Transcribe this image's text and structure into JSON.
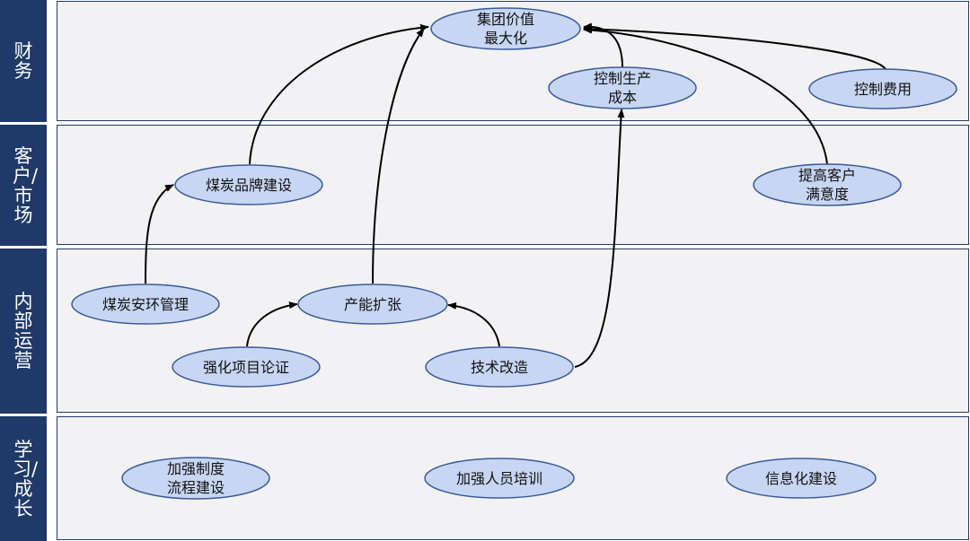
{
  "bands": [
    {
      "label": "财务"
    },
    {
      "label": "客户/市场"
    },
    {
      "label": "内部运营"
    },
    {
      "label": "学习/成长"
    }
  ],
  "nodes": {
    "group_value": {
      "lines": [
        "集团价值",
        "最大化"
      ]
    },
    "control_cost_prod": {
      "lines": [
        "控制生产",
        "成本"
      ]
    },
    "control_expense": {
      "lines": [
        "控制费用"
      ]
    },
    "coal_brand": {
      "lines": [
        "煤炭品牌建设"
      ]
    },
    "customer_satisfaction": {
      "lines": [
        "提高客户",
        "满意度"
      ]
    },
    "coal_safety": {
      "lines": [
        "煤炭安环管理"
      ]
    },
    "capacity_expand": {
      "lines": [
        "产能扩张"
      ]
    },
    "project_review": {
      "lines": [
        "强化项目论证"
      ]
    },
    "tech_upgrade": {
      "lines": [
        "技术改造"
      ]
    },
    "process_system": {
      "lines": [
        "加强制度",
        "流程建设"
      ]
    },
    "staff_training": {
      "lines": [
        "加强人员培训"
      ]
    },
    "informatization": {
      "lines": [
        "信息化建设"
      ]
    }
  },
  "colors": {
    "band_label_bg": "#1f3a68",
    "panel_bg": "#f2f2f4",
    "node_fill": "#c7d6f2",
    "node_stroke": "#3a5a9a",
    "arrow": "#000000"
  }
}
